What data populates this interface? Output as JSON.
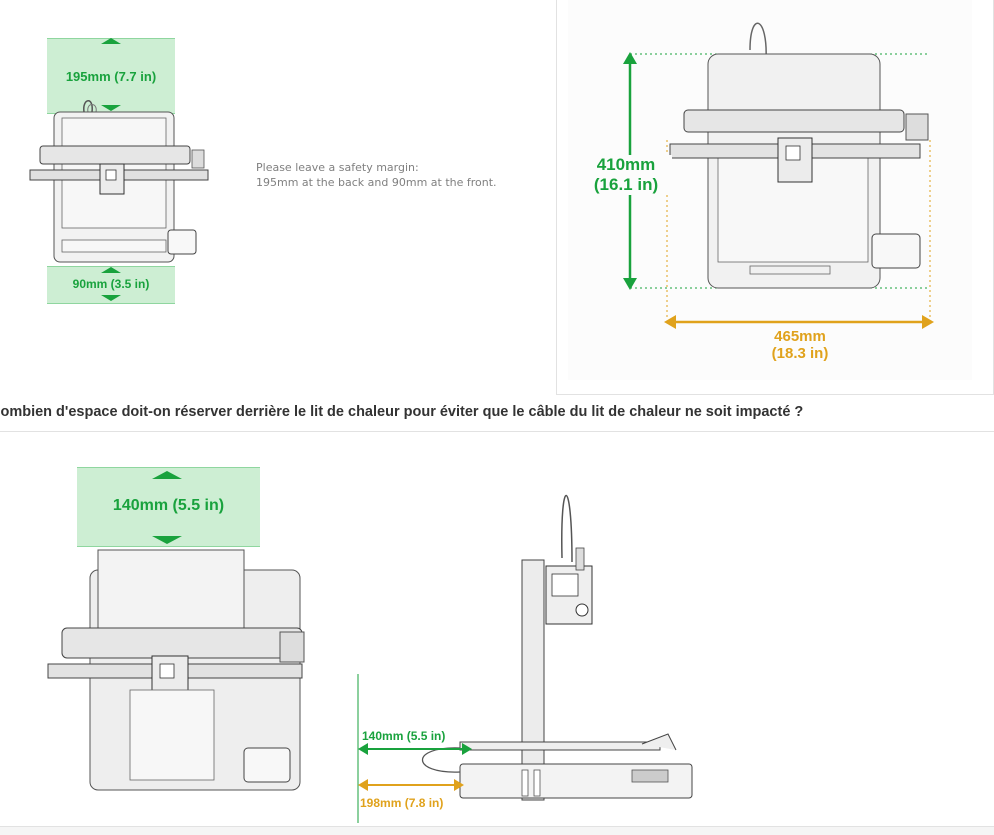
{
  "top_left": {
    "back_margin_label": "195mm (7.7 in)",
    "front_margin_label": "90mm (3.5 in)",
    "note_line1": "Please leave a safety margin:",
    "note_line2": "195mm at the back and 90mm at the front."
  },
  "top_right": {
    "depth_mm": "410mm",
    "depth_in": "(16.1 in)",
    "width_mm": "465mm",
    "width_in": "(18.3 in)"
  },
  "question": "Combien d'espace doit-on réserver derrière le lit de chaleur pour éviter que le câble du lit de chaleur ne soit impacté ?",
  "bottom": {
    "top_view_label": "140mm (5.5 in)",
    "side_green_label": "140mm (5.5 in)",
    "side_gold_label": "198mm (7.8 in)"
  },
  "colors": {
    "green": "#19a23d",
    "gold": "#e0a21c",
    "zone": "#cdeed3"
  }
}
